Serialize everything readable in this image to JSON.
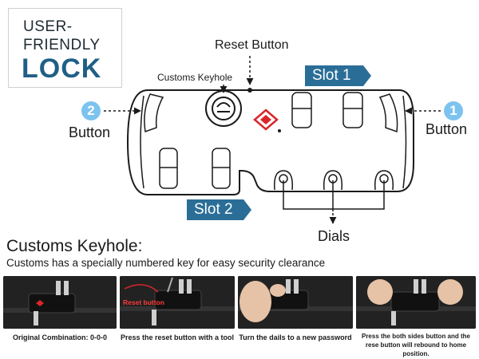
{
  "header": {
    "line1": "USER-",
    "line2": "FRIENDLY",
    "line3": "LOCK"
  },
  "diagram": {
    "reset_button_label": "Reset Button",
    "customs_keyhole_label": "Customs Keyhole",
    "slot1_label": "Slot 1",
    "slot2_label": "Slot 2",
    "left_badge": "2",
    "right_badge": "1",
    "left_button_label": "Button",
    "right_button_label": "Button",
    "dials_label": "Dials"
  },
  "section": {
    "title": "Customs Keyhole:",
    "description": "Customs has a specially numbered key for easy security clearance"
  },
  "photo_strip": {
    "inline_label": "Reset button",
    "captions": [
      "Original Combination: 0-0-0",
      "Press the reset button with a tool",
      "Turn the dails to a new password",
      "Press the both sides button and the rese button will rebound to home position."
    ]
  },
  "colors": {
    "accent": "#2a6e97",
    "badge": "#7cc3ef",
    "title_blue": "#1f5f86",
    "tsa_red": "#d9262a"
  }
}
